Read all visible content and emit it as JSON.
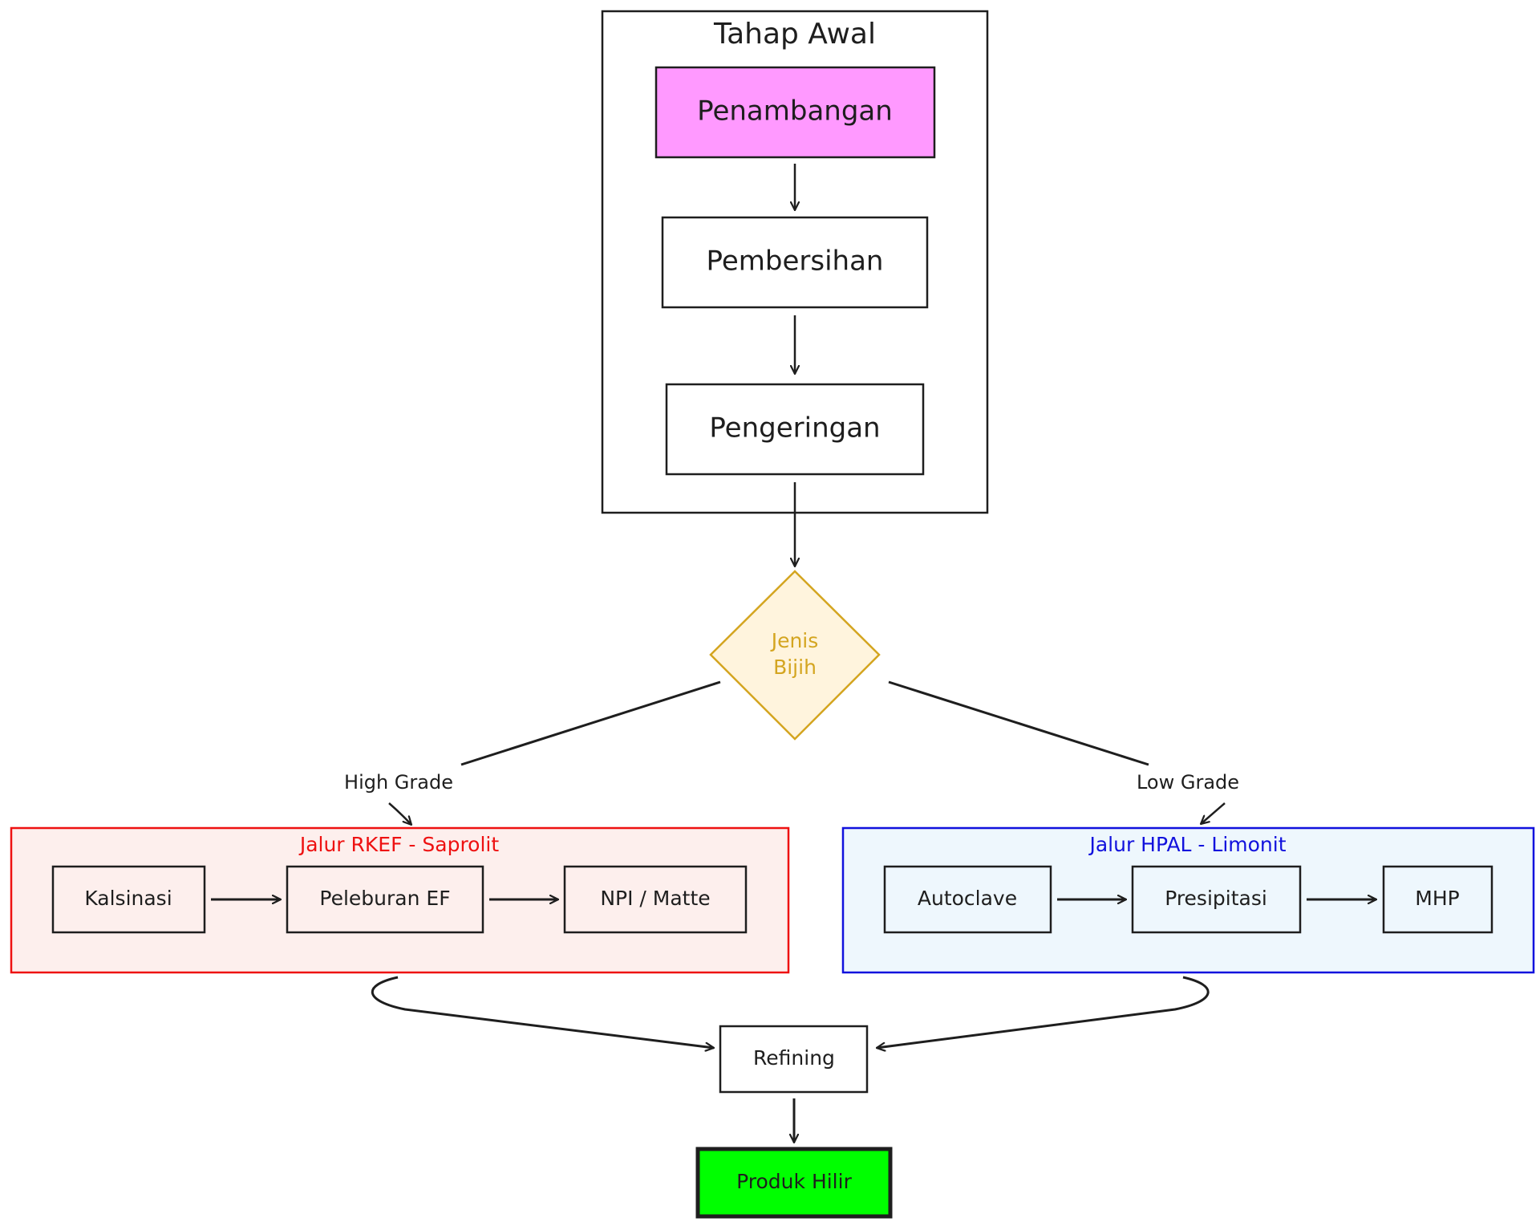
{
  "diagram": {
    "stage": {
      "title": "Tahap Awal"
    },
    "steps": {
      "mining": "Penambangan",
      "cleaning": "Pembersihan",
      "drying": "Pengeringan"
    },
    "decision": {
      "line1": "Jenis",
      "line2": "Bijih"
    },
    "edges": {
      "high_grade": "High Grade",
      "low_grade": "Low Grade"
    },
    "rkef": {
      "title": "Jalur RKEF - Saprolit",
      "steps": [
        "Kalsinasi",
        "Peleburan EF",
        "NPI / Matte"
      ]
    },
    "hpal": {
      "title": "Jalur HPAL - Limonit",
      "steps": [
        "Autoclave",
        "Presipitasi",
        "MHP"
      ]
    },
    "refining": "Refining",
    "product": "Produk Hilir"
  },
  "colors": {
    "stroke": "#1e1e1e",
    "mining_fill": "#ff99ff",
    "decision_fill": "#fff4dd",
    "decision_stroke": "#d4a520",
    "rkef_fill": "#fdefed",
    "rkef_stroke": "#ee1111",
    "hpal_fill": "#eef7fd",
    "hpal_stroke": "#1111dd",
    "product_fill": "#00ff00"
  }
}
